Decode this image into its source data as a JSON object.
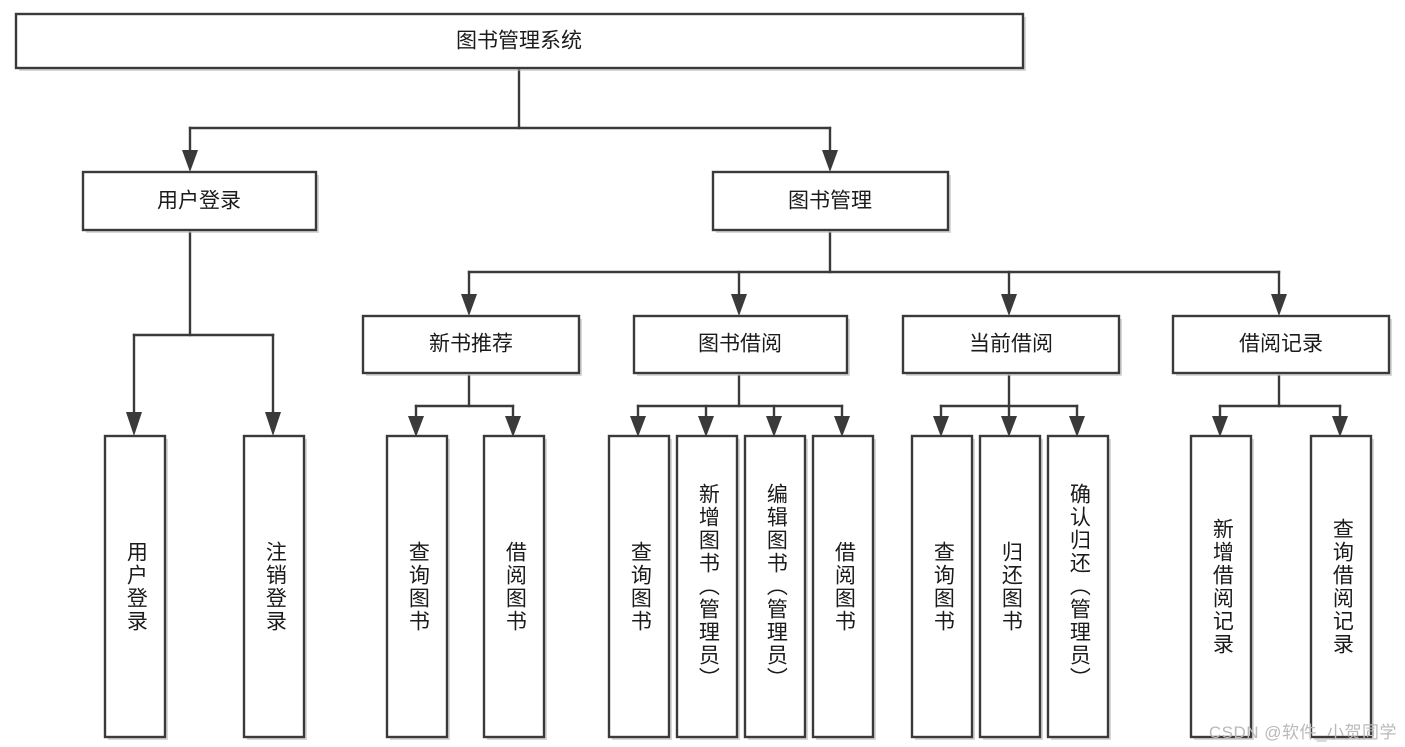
{
  "diagram": {
    "title": "图书管理系统",
    "type": "tree",
    "watermark": "CSDN @软件_小贺同学",
    "colors": {
      "box_stroke": "#3a3a3a",
      "box_fill": "#ffffff",
      "text": "#1b1b1b",
      "connector": "#3a3a3a",
      "shadow": "#b8b8b8",
      "watermark": "#b9b9b9",
      "background": "#ffffff"
    },
    "levels": {
      "root": {
        "label": "图书管理系统"
      },
      "level2": [
        {
          "label": "用户登录"
        },
        {
          "label": "图书管理"
        }
      ],
      "level3": [
        {
          "label": "新书推荐"
        },
        {
          "label": "图书借阅"
        },
        {
          "label": "当前借阅"
        },
        {
          "label": "借阅记录"
        }
      ],
      "leaves": [
        {
          "label": "用户登录",
          "parent": "用户登录"
        },
        {
          "label": "注销登录",
          "parent": "用户登录"
        },
        {
          "label": "查询图书",
          "parent": "新书推荐"
        },
        {
          "label": "借阅图书",
          "parent": "新书推荐"
        },
        {
          "label": "查询图书",
          "parent": "图书借阅"
        },
        {
          "label": "新增图书（管理员）",
          "parent": "图书借阅"
        },
        {
          "label": "编辑图书（管理员）",
          "parent": "图书借阅"
        },
        {
          "label": "借阅图书",
          "parent": "图书借阅"
        },
        {
          "label": "查询图书",
          "parent": "当前借阅"
        },
        {
          "label": "归还图书",
          "parent": "当前借阅"
        },
        {
          "label": "确认归还（管理员）",
          "parent": "当前借阅"
        },
        {
          "label": "新增借阅记录",
          "parent": "借阅记录"
        },
        {
          "label": "查询借阅记录",
          "parent": "借阅记录"
        }
      ]
    }
  }
}
